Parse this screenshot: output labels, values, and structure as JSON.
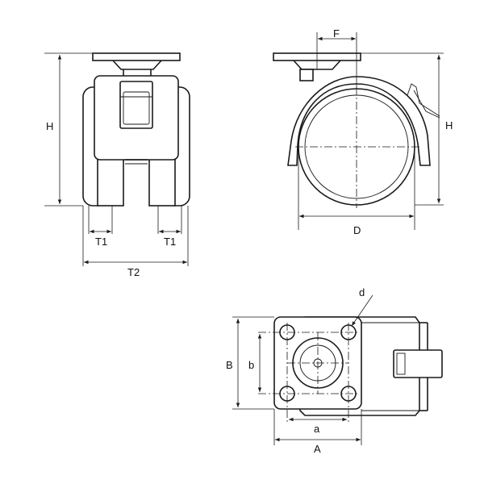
{
  "labels": {
    "front_height": "H",
    "front_t1_left": "T1",
    "front_t1_right": "T1",
    "front_t2": "T2",
    "side_offset": "F",
    "side_height": "H",
    "side_diameter": "D",
    "top_hole": "d",
    "top_b_outer": "B",
    "top_b_inner": "b",
    "top_a_inner": "a",
    "top_a_outer": "A"
  }
}
